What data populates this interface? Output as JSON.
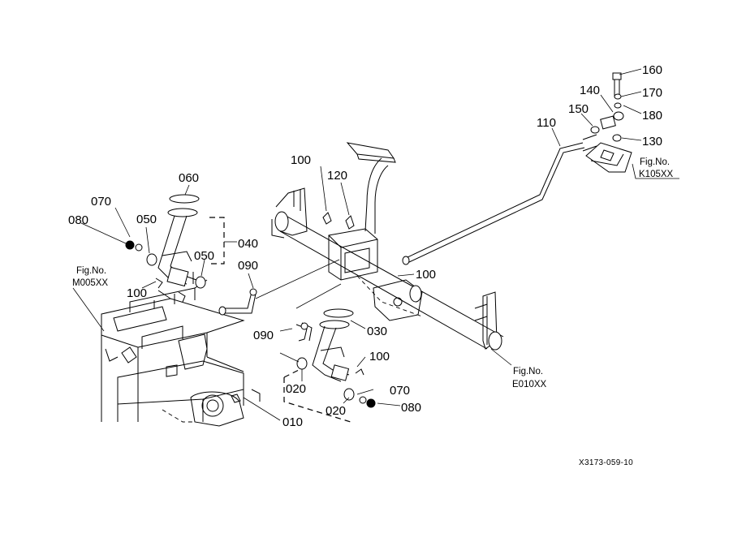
{
  "callouts": {
    "p160": "160",
    "p170": "170",
    "p140": "140",
    "p180": "180",
    "p150": "150",
    "p110": "110",
    "p130": "130",
    "p100_top": "100",
    "p120": "120",
    "p060": "060",
    "p070_left": "070",
    "p080_left": "080",
    "p050_a": "050",
    "p040": "040",
    "p050_b": "050",
    "p090_top": "090",
    "p100_mid": "100",
    "p100_left": "100",
    "p030": "030",
    "p090_low": "090",
    "p100_right": "100",
    "p020_a": "020",
    "p070_right": "070",
    "p020_b": "020",
    "p080_right": "080",
    "p010": "010"
  },
  "figure_refs": {
    "k105": {
      "label": "Fig.No.",
      "code": "K105XX"
    },
    "m005": {
      "label": "Fig.No.",
      "code": "M005XX"
    },
    "e010": {
      "label": "Fig.No.",
      "code": "E010XX"
    }
  },
  "drawing_number": "X3173-059-10"
}
